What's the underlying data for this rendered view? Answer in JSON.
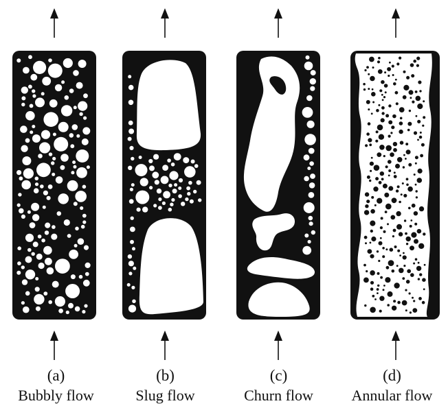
{
  "colors": {
    "ink": "#111111",
    "background": "#ffffff"
  },
  "panels": [
    {
      "letter": "(a)",
      "name": "Bubbly flow",
      "regime": "bubbly"
    },
    {
      "letter": "(b)",
      "name": "Slug flow",
      "regime": "slug"
    },
    {
      "letter": "(c)",
      "name": "Churn flow",
      "regime": "churn"
    },
    {
      "letter": "(d)",
      "name": "Annular flow",
      "regime": "annular"
    }
  ]
}
